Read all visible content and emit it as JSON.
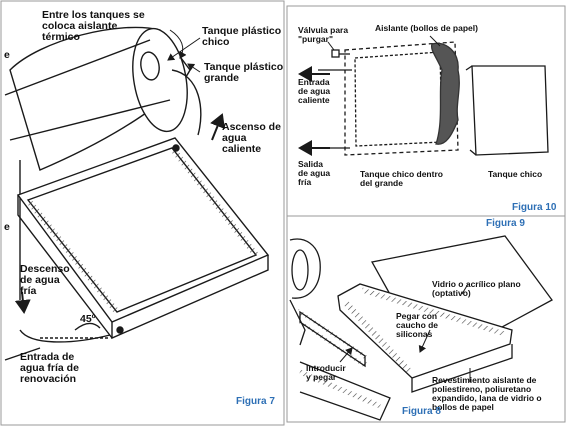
{
  "colors": {
    "line": "#1a1a1a",
    "figure_caption": "#2d6fb5",
    "frame": "#9a9a9a",
    "insulation": "#555555"
  },
  "figura7": {
    "caption": "Figura 7",
    "label_entre_tanques": "Entre los tanques se\ncoloca aislante\ntérmico",
    "label_tanque_chico": "Tanque plástico\nchico",
    "label_tanque_grande": "Tanque plástico\ngrande",
    "label_ascenso": "Ascenso de\nagua\ncaliente",
    "label_descenso": "Descenso\nde agua\nfría",
    "label_angulo": "45º",
    "label_entrada": "Entrada de\nagua fría de\nrenovación",
    "label_edge_e1": "e",
    "label_edge_e2": "e"
  },
  "figura10": {
    "caption": "Figura 10",
    "label_valvula": "Válvula para\n\"purgar\"",
    "label_aislante": "Aislante (bollos de papel)",
    "label_entrada": "Entrada\nde agua\ncaliente",
    "label_salida": "Salida\nde agua\nfría",
    "label_tanque_chico_dentro": "Tanque chico dentro\ndel grande",
    "label_tanque_chico": "Tanque chico"
  },
  "figura9": {
    "caption": "Figura 9",
    "label_vidrio": "Vidrio o acrílico plano\n(optativo)",
    "label_pegar": "Pegar con\ncaucho de\nsiliconas"
  },
  "figura8": {
    "caption": "Figura 8",
    "label_introducir": "Introducir\ny pegar",
    "label_revestimiento": "Revestimiento aislante de\npoliestireno, poliuretano\nexpandido, lana de vidrio o\nbollos de papel"
  }
}
